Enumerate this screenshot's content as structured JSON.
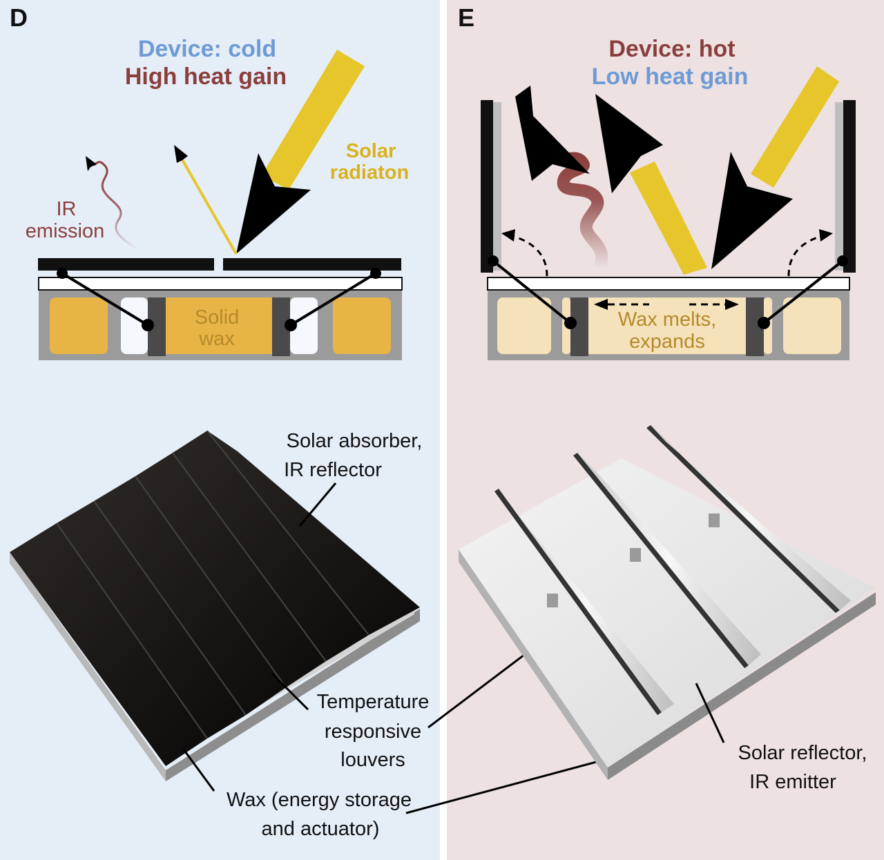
{
  "panels": {
    "d": {
      "letter": "D",
      "title": "Device: cold",
      "subtitle": "High heat gain",
      "solar_label_1": "Solar",
      "solar_label_2": "radiaton",
      "ir_label_1": "IR",
      "ir_label_2": "emission",
      "wax_label_1": "Solid",
      "wax_label_2": "wax",
      "photo_labels": {
        "absorber_1": "Solar absorber,",
        "absorber_2": "IR reflector",
        "louvers_1": "Temperature",
        "louvers_2": "responsive",
        "louvers_3": "louvers",
        "wax_1": "Wax (energy storage",
        "wax_2": "and actuator)"
      }
    },
    "e": {
      "letter": "E",
      "title": "Device: hot",
      "subtitle": "Low heat gain",
      "wax_label_1": "Wax melts,",
      "wax_label_2": "expands",
      "photo_labels": {
        "reflector_1": "Solar reflector,",
        "reflector_2": "IR emitter"
      }
    }
  },
  "colors": {
    "cold_bg": "#e5edf7",
    "hot_bg": "#ede1e2",
    "cold_blue": "#6d9bd6",
    "heat_red": "#8b3f3c",
    "solar_yellow": "#e6c62a",
    "solar_text": "#d9b21f",
    "wax_solid": "#e8b446",
    "wax_liquid": "#f5e2bb",
    "wax_text": "#b58a2a",
    "frame_gray": "#9b9b9b"
  }
}
